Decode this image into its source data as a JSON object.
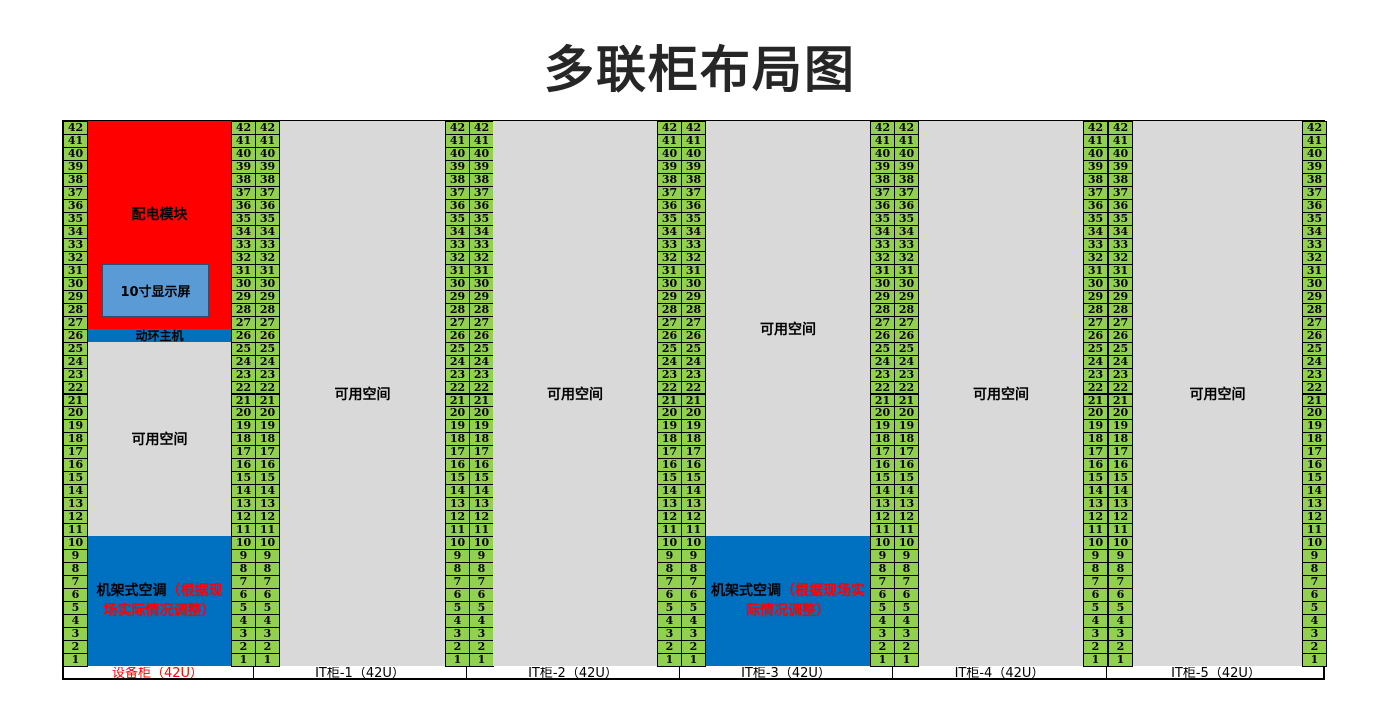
{
  "title": "多联柜布局图",
  "total_units": 42,
  "colors": {
    "unit_number": "#92d050",
    "free": "#d9d9d9",
    "power": "#ff0000",
    "blue": "#0070c0",
    "display": "#5b9bd5"
  },
  "cabinets": [
    {
      "label": "设备柜（42U）",
      "label_color": "#ff0000",
      "segments": [
        {
          "from": 27,
          "to": 42,
          "color": "#ff0000",
          "text": "配电模块",
          "display": "10寸显示屏"
        },
        {
          "from": 26,
          "to": 26,
          "color": "#0070c0",
          "text": "动环主机"
        },
        {
          "from": 11,
          "to": 25,
          "color": "#d9d9d9",
          "text": "可用空间"
        },
        {
          "from": 1,
          "to": 10,
          "color": "#0070c0",
          "text": "机架式空调",
          "note": "（根据现场实际情况调整）"
        }
      ]
    },
    {
      "label": "IT柜-1（42U）",
      "segments": [
        {
          "from": 1,
          "to": 42,
          "color": "#d9d9d9",
          "text": "可用空间"
        }
      ]
    },
    {
      "label": "IT柜-2（42U）",
      "segments": [
        {
          "from": 1,
          "to": 42,
          "color": "#d9d9d9",
          "text": "可用空间"
        }
      ]
    },
    {
      "label": "IT柜-3（42U）",
      "segments": [
        {
          "from": 11,
          "to": 42,
          "color": "#d9d9d9",
          "text": "可用空间"
        },
        {
          "from": 1,
          "to": 10,
          "color": "#0070c0",
          "text": "机架式空调",
          "note": "（根据现场实际情况调整）"
        }
      ]
    },
    {
      "label": "IT柜-4（42U）",
      "segments": [
        {
          "from": 1,
          "to": 42,
          "color": "#d9d9d9",
          "text": "可用空间"
        }
      ]
    },
    {
      "label": "IT柜-5（42U）",
      "segments": [
        {
          "from": 1,
          "to": 42,
          "color": "#d9d9d9",
          "text": "可用空间"
        }
      ]
    }
  ]
}
